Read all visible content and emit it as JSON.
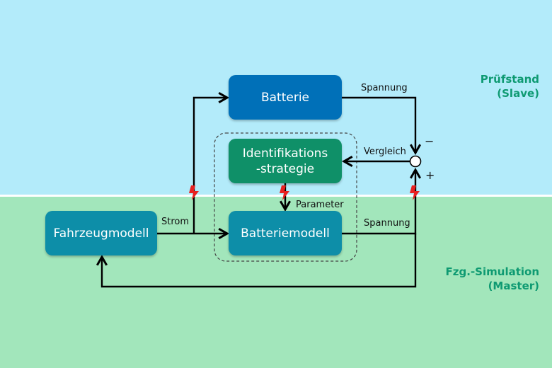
{
  "zones": {
    "top": {
      "title_line1": "Prüfstand",
      "title_line2": "(Slave)",
      "color": "#b3ebfa"
    },
    "bottom": {
      "title_line1": "Fzg.-Simulation",
      "title_line2": "(Master)",
      "color": "#a2e6bb"
    }
  },
  "blocks": {
    "batterie": {
      "label": "Batterie",
      "color": "#0070b8"
    },
    "ident": {
      "line1": "Identifikations",
      "line2": "-strategie",
      "color": "#0f9068"
    },
    "battmodell": {
      "label": "Batteriemodell",
      "color": "#0d8ea8"
    },
    "fahrzeug": {
      "label": "Fahrzeugmodell",
      "color": "#0d8ea8"
    }
  },
  "signals": {
    "spannung_top": "Spannung",
    "spannung_bottom": "Spannung",
    "vergleich": "Vergleich",
    "parameter": "Parameter",
    "strom": "Strom"
  },
  "comparator": {
    "minus": "−",
    "plus": "+"
  },
  "accent_colors": {
    "title": "#0e9a72",
    "interface_marker": "#e82020"
  }
}
